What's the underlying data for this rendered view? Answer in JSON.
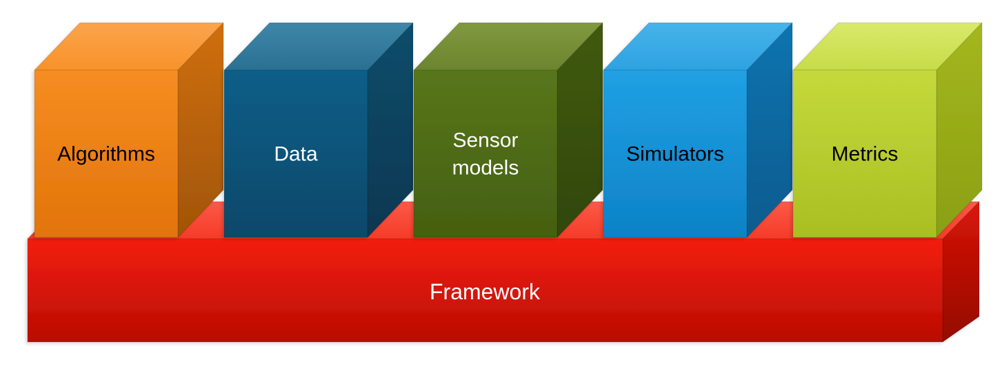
{
  "diagram": {
    "type": "3d-stacked-block-diagram",
    "background": "#ffffff",
    "base": {
      "id": "framework",
      "label": "Framework",
      "text_color": "#ffffff",
      "top_colors": [
        "#fb5a48",
        "#f63b28"
      ],
      "front_colors": [
        "#f21f0f",
        "#b90c03"
      ],
      "side_colors": [
        "#d91508",
        "#930702"
      ]
    },
    "blocks": [
      {
        "id": "algorithms",
        "label": "Algorithms",
        "lines": [
          "Algorithms"
        ],
        "text_color": "#000000",
        "top_colors": [
          "#fba44c",
          "#f8922a"
        ],
        "front_colors": [
          "#f68d22",
          "#e27409"
        ],
        "side_colors": [
          "#cf6f10",
          "#a15505"
        ]
      },
      {
        "id": "data",
        "label": "Data",
        "lines": [
          "Data"
        ],
        "text_color": "#ffffff",
        "top_colors": [
          "#3e87a9",
          "#2a7092"
        ],
        "front_colors": [
          "#115e88",
          "#0c486a"
        ],
        "side_colors": [
          "#0e4d6b",
          "#093751"
        ]
      },
      {
        "id": "sensor-models",
        "label": "Sensor models",
        "lines": [
          "Sensor",
          "models"
        ],
        "text_color": "#ffffff",
        "top_colors": [
          "#81993f",
          "#6b842f"
        ],
        "front_colors": [
          "#57761b",
          "#455f10"
        ],
        "side_colors": [
          "#415a0f",
          "#31470a"
        ]
      },
      {
        "id": "simulators",
        "label": "Simulators",
        "lines": [
          "Simulators"
        ],
        "text_color": "#000000",
        "top_colors": [
          "#47b3ea",
          "#2da2e2"
        ],
        "front_colors": [
          "#21a0e4",
          "#0d82c6"
        ],
        "side_colors": [
          "#1174b0",
          "#0c5b8e"
        ]
      },
      {
        "id": "metrics",
        "label": "Metrics",
        "lines": [
          "Metrics"
        ],
        "text_color": "#000000",
        "top_colors": [
          "#d9e96b",
          "#c7dc48"
        ],
        "front_colors": [
          "#c5d93c",
          "#a9bf22"
        ],
        "side_colors": [
          "#a4b71f",
          "#8b9f12"
        ]
      }
    ]
  }
}
